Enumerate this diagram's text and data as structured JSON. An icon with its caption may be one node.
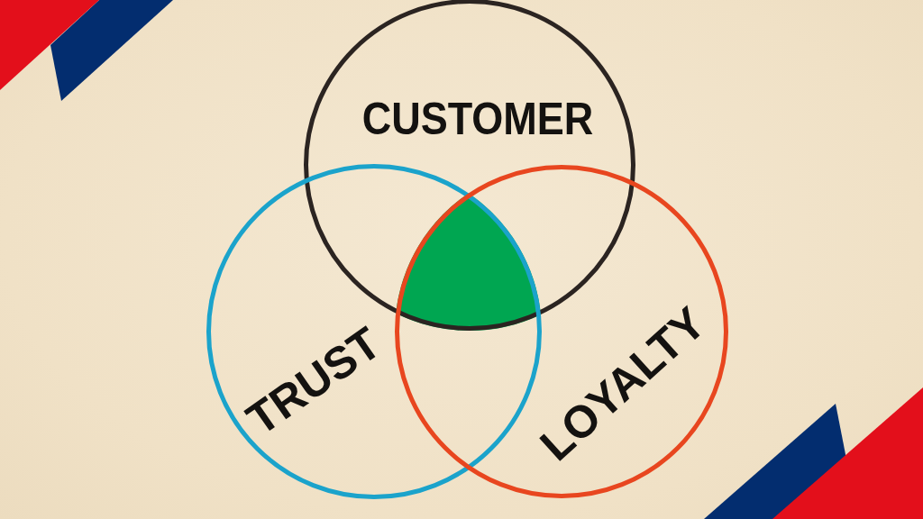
{
  "diagram": {
    "nodes": [
      {
        "text": [
          "CUSTOMER"
        ]
      },
      {
        "text": [
          "TRUST"
        ]
      },
      {
        "text": [
          "LOYALTY"
        ]
      },
      {
        "text": [],
        "shape": "triangle"
      }
    ]
  }
}
